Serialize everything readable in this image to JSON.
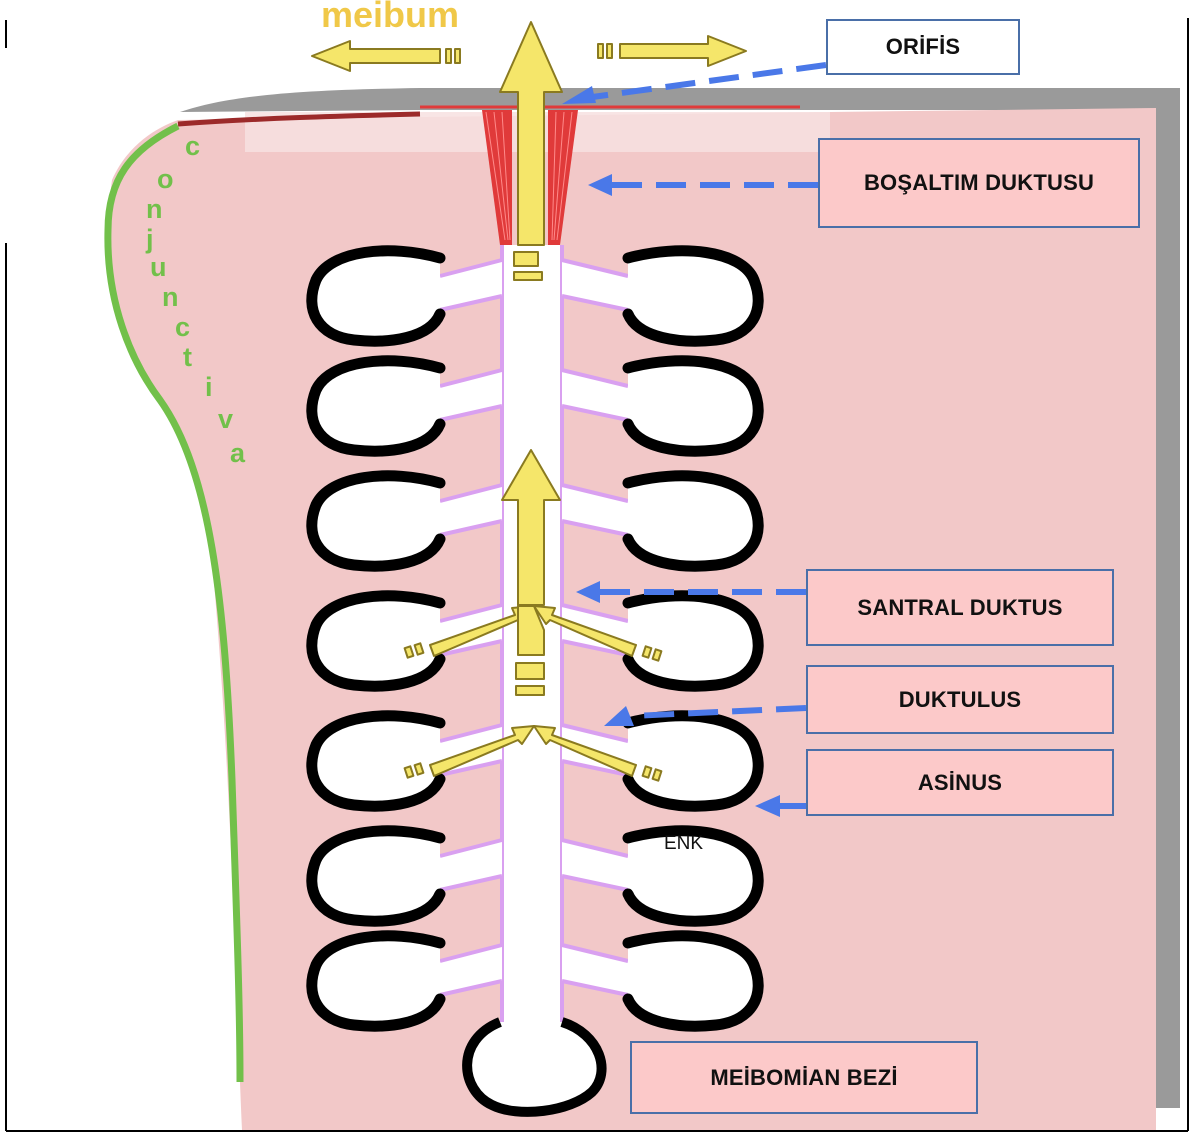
{
  "diagram": {
    "labels": {
      "meibum": "meibum",
      "conjunctiva": "conjunctiva",
      "enk": "ENK",
      "orifis": "ORİFİS",
      "bosaltim_duktusu": "BOŞALTIM DUKTUSU",
      "santral_duktus": "SANTRAL DUKTUS",
      "duktulus": "DUKTULUS",
      "asinus": "ASİNUS",
      "meibomian_bezi": "MEİBOMİAN BEZİ"
    },
    "colors": {
      "tissue": "#f2c8c8",
      "shadow": "#9a9a9a",
      "conjunctiva": "#72c04a",
      "meibum_arrow": "#f5e66a",
      "arrow_outline": "#8a7a20",
      "duct_wall": "#d9a0f0",
      "excretory_duct": "#e03a3a",
      "pointer": "#4a78e8",
      "label_fill": "#fcc9c9",
      "label_border": "#4a6fa8"
    }
  }
}
